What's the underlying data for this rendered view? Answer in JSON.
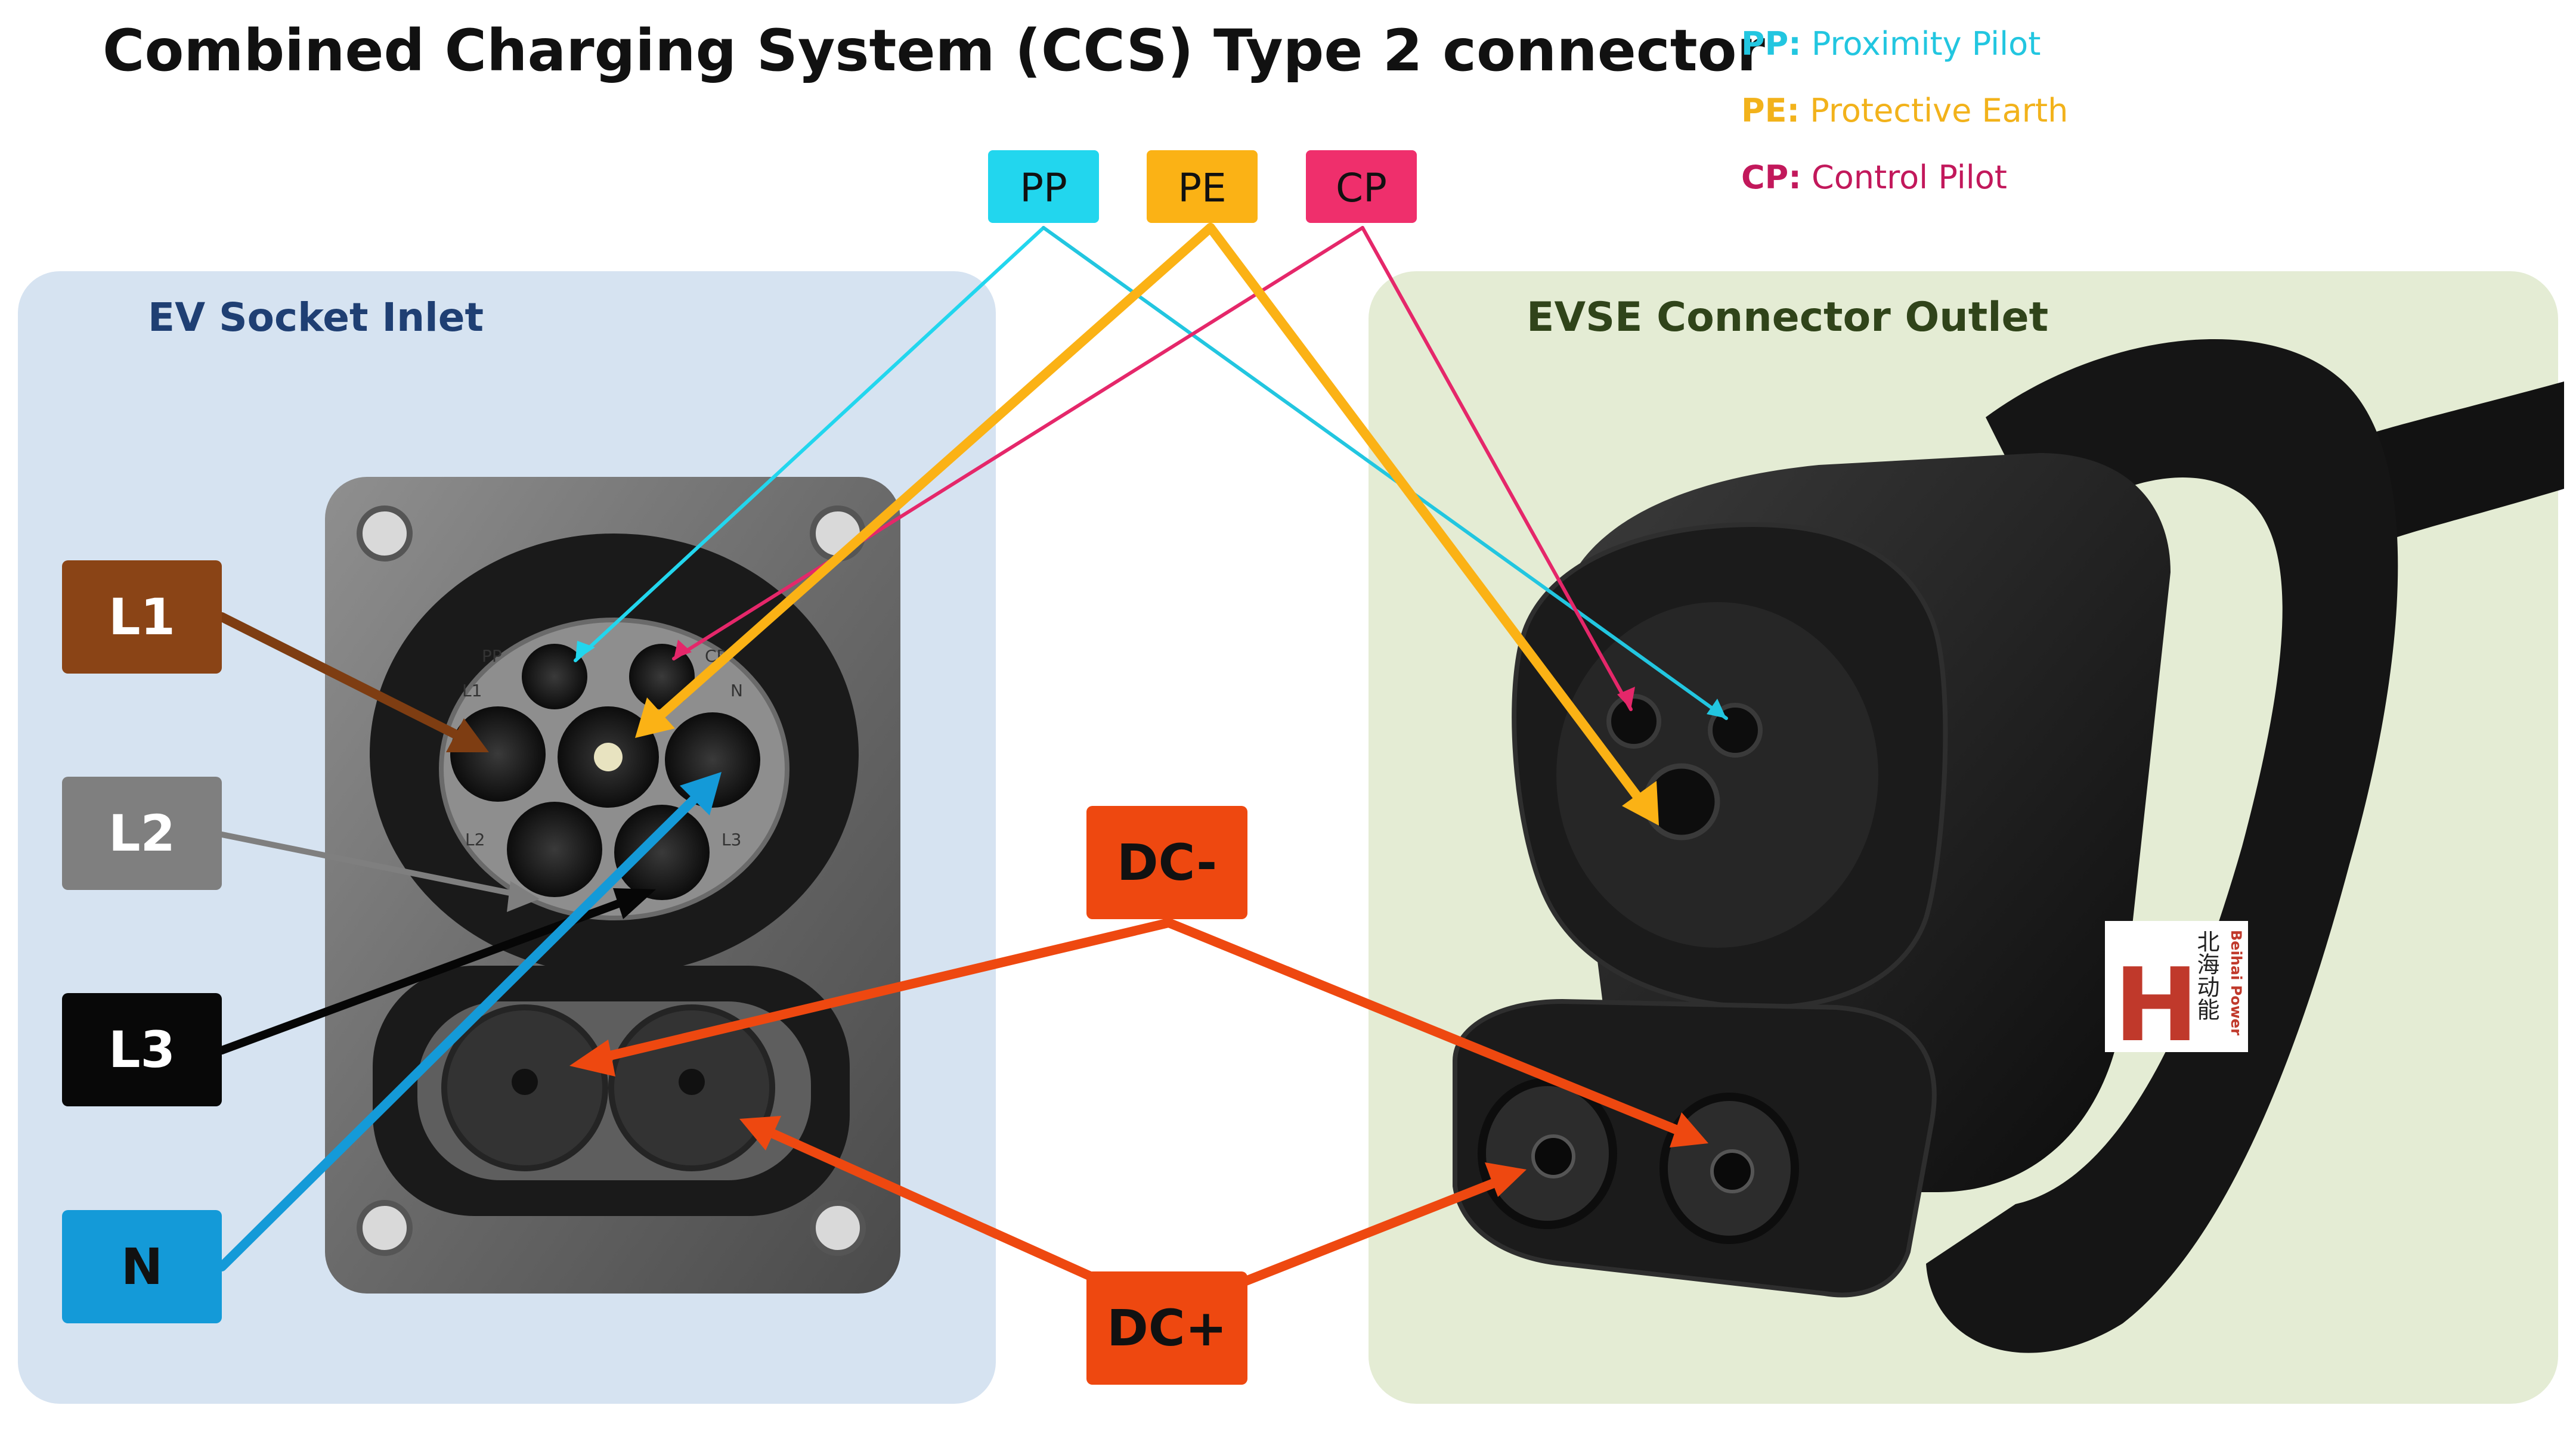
{
  "title": "Combined Charging System (CCS) Type 2 connector",
  "legend": [
    {
      "abbr": "PP",
      "sep": ":",
      "text": " Proximity Pilot",
      "color": "#22c6e0"
    },
    {
      "abbr": "PE",
      "sep": ":",
      "text": " Protective Earth",
      "color": "#f2b21b"
    },
    {
      "abbr": "CP",
      "sep": ":",
      "text": " Control Pilot",
      "color": "#c2185b"
    }
  ],
  "top_tags": [
    {
      "label": "PP",
      "color": "#22d6ee"
    },
    {
      "label": "PE",
      "color": "#fbb215"
    },
    {
      "label": "CP",
      "color": "#ef2f6c"
    }
  ],
  "left_panel": {
    "title": "EV Socket Inlet"
  },
  "right_panel": {
    "title": "EVSE Connector Outlet"
  },
  "side_tags": [
    {
      "label": "L1",
      "color": "#8a4416"
    },
    {
      "label": "L2",
      "color": "#7f7f7f"
    },
    {
      "label": "L3",
      "color": "#080808"
    },
    {
      "label": "N",
      "color": "#149ad8"
    }
  ],
  "dc_tags": [
    {
      "label": "DC-",
      "color": "#ee4810"
    },
    {
      "label": "DC+",
      "color": "#ee4810"
    }
  ],
  "socket_pin_labels": [
    "PP",
    "CP",
    "L1",
    "N",
    "L2",
    "L3"
  ],
  "brand": {
    "name": "Beihai Power",
    "chinese": "北海动能"
  }
}
